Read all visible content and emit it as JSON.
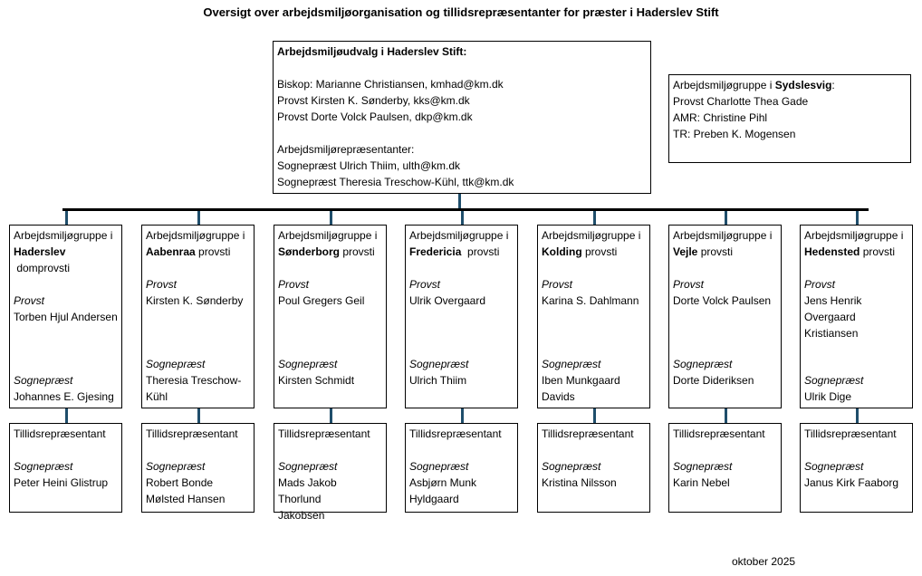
{
  "title": "Oversigt over arbejdsmiljøorganisation og tillidsrepræsentanter for præster i Haderslev Stift",
  "committee": {
    "heading": "Arbejdsmiljøudvalg i Haderslev Stift:",
    "members": [
      "Biskop: Marianne Christiansen, kmhad@km.dk",
      "Provst Kirsten K. Sønderby, kks@km.dk",
      "Provst Dorte Volck Paulsen, dkp@km.dk"
    ],
    "reps_heading": "Arbejdsmiljørepræsentanter:",
    "reps": [
      "Sognepræst Ulrich Thiim, ulth@km.dk",
      "Sognepræst  Theresia Treschow-Kühl, ttk@km.dk"
    ]
  },
  "sydslesvig": {
    "prefix": "Arbejdsmiljøgruppe i ",
    "name": "Sydslesvig",
    "suffix": ":",
    "lines": [
      "Provst Charlotte Thea Gade",
      "AMR: Christine Pihl",
      "TR: Preben K. Mogensen"
    ]
  },
  "labels": {
    "group_prefix": "Arbejdsmiljøgruppe i",
    "provst": "Provst",
    "sognepraest": "Sognepræst",
    "tillid": "Tillidsrepræsentant"
  },
  "groups": [
    {
      "name": "Haderslev",
      "suffix": " domprovsti",
      "provst": [
        "Torben Hjul Andersen"
      ],
      "sognepraest": [
        "Johannes E. Gjesing"
      ],
      "tr": [
        "Peter Heini Glistrup"
      ]
    },
    {
      "name": "Aabenraa",
      "suffix": " provsti",
      "provst": [
        "Kirsten K. Sønderby"
      ],
      "sognepraest": [
        "Theresia Treschow-",
        "Kühl"
      ],
      "tr": [
        "Robert Bonde",
        "Mølsted Hansen"
      ]
    },
    {
      "name": "Sønderborg",
      "suffix": " provsti",
      "provst": [
        "Poul Gregers Geil"
      ],
      "sognepraest": [
        "Kirsten Schmidt"
      ],
      "tr": [
        "Mads Jakob Thorlund",
        "Jakobsen"
      ]
    },
    {
      "name": "Fredericia",
      "suffix": "  provsti",
      "provst": [
        "Ulrik Overgaard"
      ],
      "sognepraest": [
        "Ulrich Thiim"
      ],
      "tr": [
        "Asbjørn Munk",
        "Hyldgaard"
      ]
    },
    {
      "name": "Kolding",
      "suffix": " provsti",
      "provst": [
        "Karina S. Dahlmann"
      ],
      "sognepraest": [
        "Iben Munkgaard",
        "Davids"
      ],
      "tr": [
        "Kristina Nilsson"
      ]
    },
    {
      "name": "Vejle",
      "suffix": " provsti",
      "provst": [
        "Dorte Volck Paulsen"
      ],
      "sognepraest": [
        "Dorte Dideriksen"
      ],
      "tr": [
        "Karin Nebel"
      ]
    },
    {
      "name": "Hedensted",
      "suffix": " provsti",
      "provst": [
        "Jens Henrik",
        "Overgaard Kristiansen"
      ],
      "sognepraest": [
        "Ulrik Dige"
      ],
      "tr": [
        "Janus Kirk Faaborg"
      ]
    }
  ],
  "footer": "oktober 2025"
}
